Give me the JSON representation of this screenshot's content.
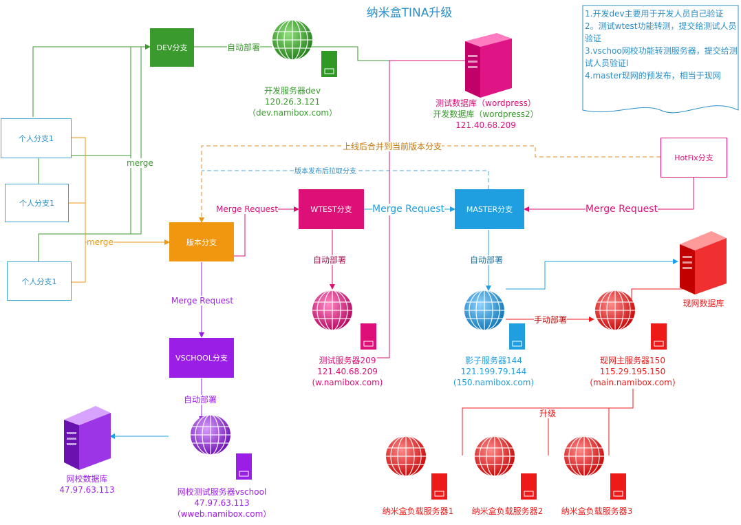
{
  "title": "纳米盒TINA升级",
  "notes": [
    "1.开发dev主要用于开发人员自己验证",
    "2。测试wtest功能转测，提交给测试人员验证",
    "3.vschoo网校功能转测服务器，提交给测试人员验证l",
    "4.master现网的预发布，相当于现网"
  ],
  "branches": {
    "dev": "DEV分支",
    "version": "版本分支",
    "wtest": "WTEST分支",
    "master": "MASTER分支",
    "vschool": "VSCHOOL分支",
    "hotfix": "HotFix分支",
    "personal": [
      "个人分支1",
      "个人分支1",
      "个人分支1"
    ]
  },
  "servers": {
    "dev": [
      "开发服务器dev",
      "120.26.3.121",
      "（dev.namibox.com）"
    ],
    "test_db": [
      "测试数据库（wordpress）",
      "开发数据库（wordpress2）",
      "121.40.68.209"
    ],
    "test": [
      "测试服务器209",
      "121.40.68.209",
      "(w.namibox.com)"
    ],
    "shadow": [
      "影子服务器144",
      "121.199.79.144",
      "(150.namibox.com)"
    ],
    "main": [
      "现网主服务器150",
      "115.29.195.150",
      "(main.namibox.com)"
    ],
    "prod_db": [
      "现网数据库"
    ],
    "school_db": [
      "网校数据库",
      "47.97.63.113"
    ],
    "school": [
      "网校测试服务器vschool",
      "47.97.63.113",
      "（wweb.namibox.com）"
    ],
    "lb1": [
      "纳米盒负载服务器1"
    ],
    "lb2": [
      "纳米盒负载服务器2"
    ],
    "lb3": [
      "纳米盒负载服务器3"
    ]
  },
  "edges": {
    "auto_deploy": "自动部署",
    "auto_deploy_wtest": "自动部署",
    "auto_deploy_master": "自动部署",
    "auto_deploy_vschool": "自动部署",
    "merge_up": "merge",
    "merge_down": "merge",
    "mr_version_wtest": "Merge Request",
    "mr_wtest_master": "Merge Request",
    "mr_hotfix_master": "Merge Request",
    "mr_version_vschool": "Merge Request",
    "online_merge": "上线后合并到当前版本分支",
    "release_pull": "版本发布后拉取分支",
    "manual_deploy": "手动部署",
    "upgrade": "升级"
  },
  "colors": {
    "green": "#3a9a2e",
    "orange": "#f0960f",
    "pink": "#dd1077",
    "blue": "#1f9fe0",
    "purple": "#9b1ee6",
    "red": "#ee1a1a",
    "title": "#2a8fc8"
  }
}
